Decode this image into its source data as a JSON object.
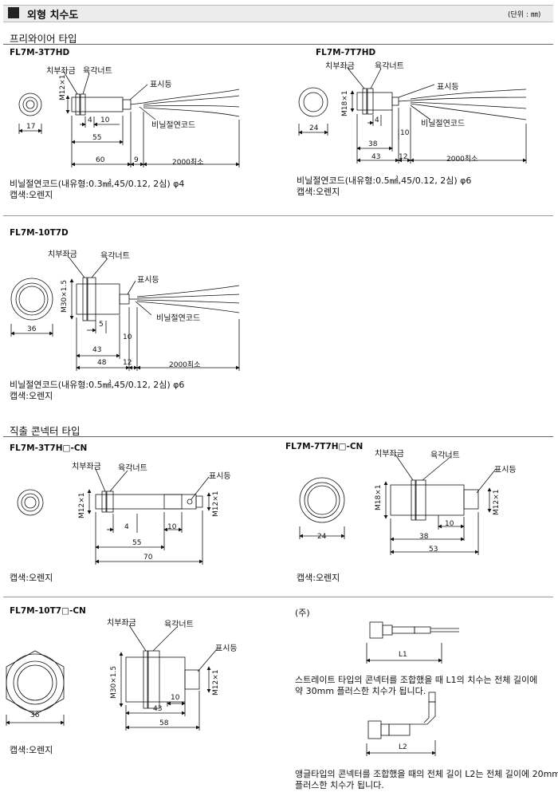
{
  "header": {
    "title": "외형 치수도",
    "unit": "(단위 : ㎜)"
  },
  "sections": {
    "free_wire": "프리와이어 타입",
    "connector": "직출 콘넥터 타입"
  },
  "models": {
    "m1": {
      "name": "FL7M-3T7HD",
      "labels": {
        "washer": "치부좌금",
        "nut": "육각너트",
        "indicator": "표시등",
        "cable": "비닐절연코드"
      },
      "dims": {
        "thread": "M12×1",
        "hex": "17",
        "d4": "4",
        "d10": "10",
        "d55": "55",
        "d60": "60",
        "d9": "9",
        "d2000": "2000최소"
      },
      "note_cable": "비닐절연코드(내유형:0.3㎟,45/0.12, 2심) φ4",
      "note_cap": "캡색:오렌지"
    },
    "m2": {
      "name": "FL7M-7T7HD",
      "labels": {
        "washer": "치부좌금",
        "nut": "육각너트",
        "indicator": "표시등",
        "cable": "비닐절연코드"
      },
      "dims": {
        "thread": "M18×1",
        "hex": "24",
        "d4": "4",
        "d10": "10",
        "d38": "38",
        "d43": "43",
        "d12": "12",
        "d2000": "2000최소"
      },
      "note_cable": "비닐절연코드(내유형:0.5㎟,45/0.12, 2심) φ6",
      "note_cap": "캡색:오렌지"
    },
    "m3": {
      "name": "FL7M-10T7D",
      "labels": {
        "washer": "치부좌금",
        "nut": "육각너트",
        "indicator": "표시등",
        "cable": "비닐절연코드"
      },
      "dims": {
        "thread": "M30×1.5",
        "hex": "36",
        "d5": "5",
        "d10": "10",
        "d43": "43",
        "d48": "48",
        "d12": "12",
        "d2000": "2000최소"
      },
      "note_cable": "비닐절연코드(내유형:0.5㎟,45/0.12, 2심) φ6",
      "note_cap": "캡색:오렌지"
    },
    "c1": {
      "name": "FL7M-3T7H□-CN",
      "labels": {
        "washer": "치부좌금",
        "nut": "육각너트",
        "indicator": "표시등"
      },
      "dims": {
        "thread": "M12×1",
        "thread2": "M12×1",
        "d4": "4",
        "d10": "10",
        "d55": "55",
        "d70": "70"
      },
      "note_cap": "캡색:오렌지"
    },
    "c2": {
      "name": "FL7M-7T7H□-CN",
      "labels": {
        "washer": "치부좌금",
        "nut": "육각너트",
        "indicator": "표시등"
      },
      "dims": {
        "thread": "M18×1",
        "thread2": "M12×1",
        "hex": "24",
        "d10": "10",
        "d38": "38",
        "d53": "53"
      },
      "note_cap": "캡색:오렌지"
    },
    "c3": {
      "name": "FL7M-10T7□-CN",
      "labels": {
        "washer": "치부좌금",
        "nut": "육각너트",
        "indicator": "표시등"
      },
      "dims": {
        "thread": "M30×1.5",
        "thread2": "M12×1",
        "hex": "36",
        "d10": "10",
        "d43": "43",
        "d58": "58"
      },
      "note_cap": "캡색:오렌지"
    }
  },
  "remark": {
    "mark": "(주)",
    "l1": "L1",
    "l2": "L2",
    "text1a": "스트레이트 타입의 콘넥터를 조합했을 때 L1의 치수는 전체 길이에",
    "text1b": "약 30mm 플러스한 치수가 됩니다.",
    "text2a": "앵글타입의 콘넥터를 조합했을 때의 전체 길이 L2는 전체 길이에 20mm",
    "text2b": "플러스한 치수가 됩니다."
  }
}
